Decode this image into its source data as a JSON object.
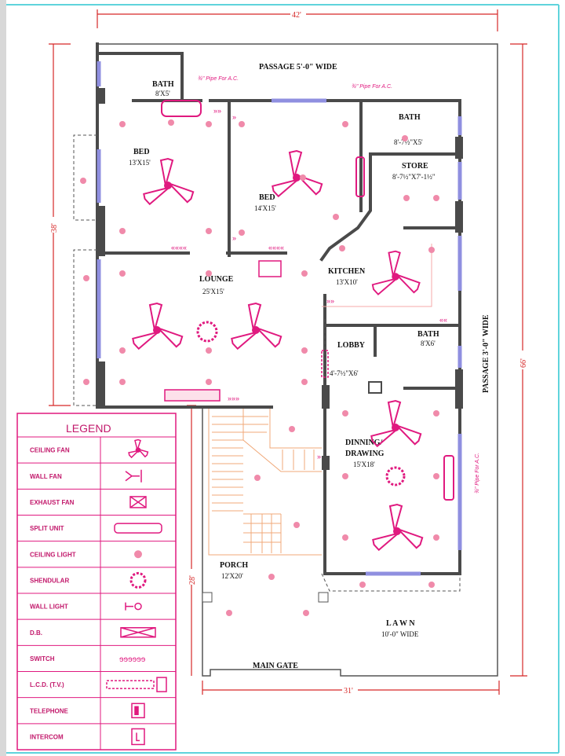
{
  "dimensions": {
    "top": "42'",
    "bottom": "31'",
    "left": "38'",
    "left_lower": "28'",
    "right": "66'"
  },
  "labels": {
    "passage_top": "PASSAGE 5'-0\" WIDE",
    "passage_right": "PASSAGE 3'-0\" WIDE",
    "bath1_name": "BATH",
    "bath1_size": "8'X5'",
    "bath2_name": "BATH",
    "bath2_size": "8'-7½\"X5'",
    "store_name": "STORE",
    "store_size": "8'-7½\"X7'-1½\"",
    "bed1_name": "BED",
    "bed1_size": "13'X15'",
    "bed2_name": "BED",
    "bed2_size": "14'X15'",
    "lounge_name": "LOUNGE",
    "lounge_size": "25'X15'",
    "kitchen_name": "KITCHEN",
    "kitchen_size": "13'X10'",
    "lobby_name": "LOBBY",
    "lobby_size": "4'-7½\"X6'",
    "bath3_name": "BATH",
    "bath3_size": "8'X6'",
    "dining_name1": "DINNING/",
    "dining_name2": "DRAWING",
    "dining_size": "15'X18'",
    "porch_name": "PORCH",
    "porch_size": "12'X20'",
    "lawn_name": "L A W N",
    "lawn_size": "10'-0\"  WIDE",
    "main_gate": "MAIN GATE",
    "ac_note": "¾\" Pipe For A.C."
  },
  "legend": {
    "title": "LEGEND",
    "items": [
      "CEILING FAN",
      "WALL FAN",
      "EXHAUST FAN",
      "SPLIT UNIT",
      "CEILING LIGHT",
      "SHENDULAR",
      "WALL LIGHT",
      "D.B.",
      "SWITCH",
      "L.C.D. (T.V.)",
      "TELEPHONE",
      "INTERCOM"
    ]
  },
  "colors": {
    "wall": "#555555",
    "electrical": "#e0197f",
    "light": "#f08aaa",
    "dimension": "#d62828",
    "stair": "#f0a878",
    "window": "#8f8fe0",
    "border": "#5fd4dc"
  }
}
